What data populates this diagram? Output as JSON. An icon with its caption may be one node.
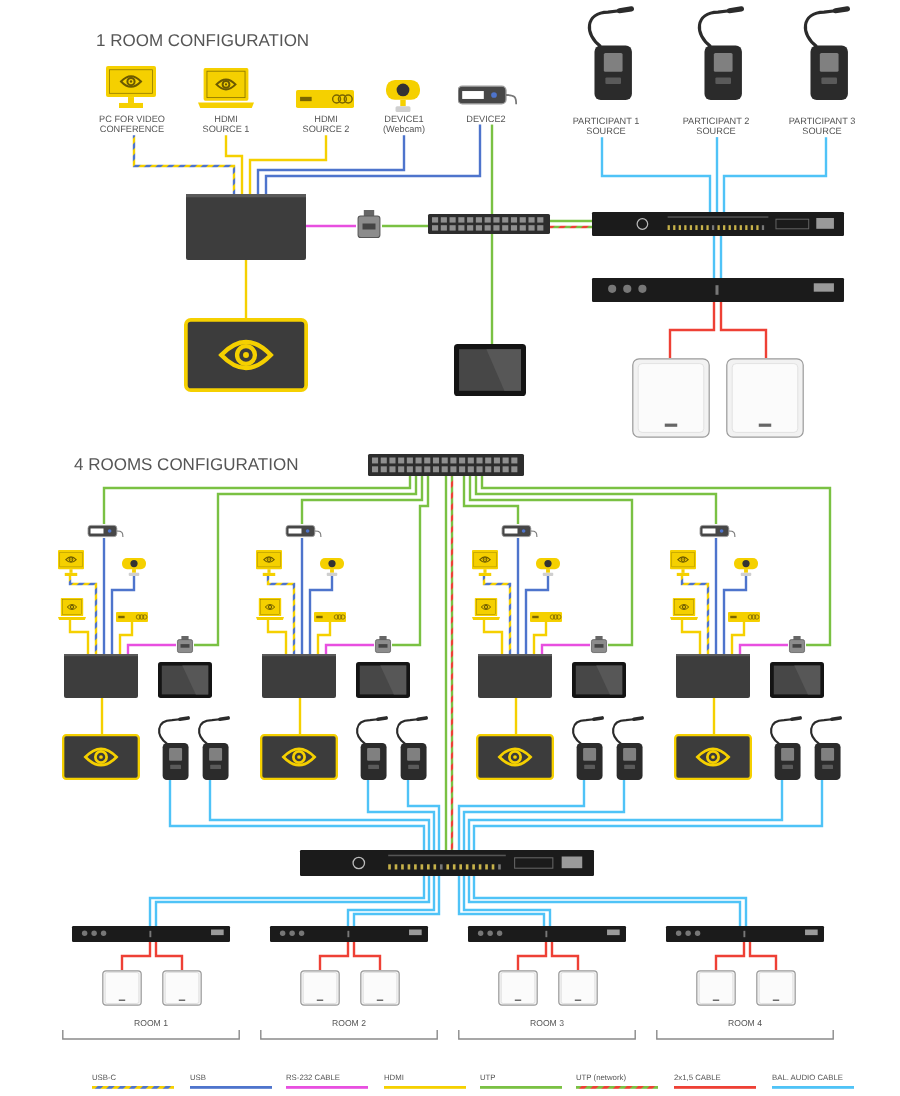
{
  "diagram": {
    "nodes": [
      {
        "text": [
          "PC FOR VIDEO CONFERENCE"
        ]
      },
      {
        "text": [
          "HDMI SOURCE 1"
        ]
      },
      {
        "text": [
          "HDMI SOURCE 2"
        ]
      },
      {
        "text": [
          "DEVICE1 (Webcam)"
        ]
      },
      {
        "text": [
          "DEVICE2"
        ]
      },
      {
        "text": [
          "PARTICIPANT 1 SOURCE"
        ]
      },
      {
        "text": [
          "PARTICIPANT 2 SOURCE"
        ]
      },
      {
        "text": [
          "PARTICIPANT 3 SOURCE"
        ]
      },
      {
        "text": [],
        "shape": "picture"
      },
      {
        "text": [],
        "shape": "picture"
      },
      {
        "text": [],
        "shape": "picture"
      },
      {
        "text": [],
        "shape": "picture"
      },
      {
        "text": [],
        "shape": "picture"
      },
      {
        "text": [],
        "shape": "picture"
      },
      {
        "text": [],
        "shape": "picture"
      },
      {
        "text": [],
        "shape": "picture"
      },
      {
        "text": [],
        "shape": "picture"
      },
      {
        "text": [],
        "shape": "picture"
      },
      {
        "text": [],
        "shape": "picture"
      },
      {
        "text": [],
        "shape": "picture"
      },
      {
        "text": [],
        "shape": "picture"
      },
      {
        "text": [],
        "shape": "picture"
      },
      {
        "text": [],
        "shape": "picture"
      },
      {
        "text": [],
        "shape": "picture"
      },
      {
        "text": [],
        "shape": "picture"
      },
      {
        "text": [],
        "shape": "picture"
      },
      {
        "text": [],
        "shape": "picture"
      },
      {
        "text": [],
        "shape": "picture"
      },
      {
        "text": [],
        "shape": "picture"
      },
      {
        "text": [],
        "shape": "picture"
      },
      {
        "text": [],
        "shape": "picture"
      },
      {
        "text": [],
        "shape": "picture"
      },
      {
        "text": [],
        "shape": "picture"
      },
      {
        "text": [],
        "shape": "picture"
      },
      {
        "text": [],
        "shape": "picture"
      },
      {
        "text": [],
        "shape": "picture"
      },
      {
        "text": [],
        "shape": "picture"
      },
      {
        "text": [],
        "shape": "picture"
      },
      {
        "text": [],
        "shape": "picture"
      },
      {
        "text": [],
        "shape": "picture"
      },
      {
        "text": [],
        "shape": "picture"
      },
      {
        "text": [],
        "shape": "picture"
      },
      {
        "text": [],
        "shape": "picture"
      },
      {
        "text": [],
        "shape": "picture"
      },
      {
        "text": [],
        "shape": "picture"
      },
      {
        "text": [],
        "shape": "picture"
      },
      {
        "text": [],
        "shape": "picture"
      },
      {
        "text": [],
        "shape": "picture"
      },
      {
        "text": [],
        "shape": "picture"
      },
      {
        "text": [],
        "shape": "picture"
      },
      {
        "text": [],
        "shape": "picture"
      },
      {
        "text": [],
        "shape": "picture"
      },
      {
        "text": [],
        "shape": "picture"
      },
      {
        "text": [],
        "shape": "picture"
      },
      {
        "text": [],
        "shape": "picture"
      },
      {
        "text": [],
        "shape": "picture"
      },
      {
        "text": [],
        "shape": "picture"
      },
      {
        "text": [],
        "shape": "picture"
      },
      {
        "text": [],
        "shape": "picture"
      },
      {
        "text": [],
        "shape": "picture"
      },
      {
        "text": [],
        "shape": "picture"
      },
      {
        "text": [],
        "shape": "picture"
      },
      {
        "text": [],
        "shape": "picture"
      },
      {
        "text": [],
        "shape": "picture"
      },
      {
        "text": [],
        "shape": "picture"
      },
      {
        "text": [],
        "shape": "picture"
      },
      {
        "text": [],
        "shape": "picture"
      },
      {
        "text": [],
        "shape": "picture"
      },
      {
        "text": [],
        "shape": "picture"
      },
      {
        "text": [],
        "shape": "picture"
      },
      {
        "text": [],
        "shape": "picture"
      },
      {
        "text": [],
        "shape": "picture"
      },
      {
        "text": [],
        "shape": "picture"
      },
      {
        "text": [],
        "shape": "picture"
      },
      {
        "text": [],
        "shape": "picture"
      }
    ],
    "edges": [
      {
        "from": 0,
        "to": 8,
        "arrow": "none",
        "style": "dashed",
        "color": "#f5d000"
      },
      {
        "from": 1,
        "to": 8,
        "arrow": "none",
        "color": "#f5d000"
      },
      {
        "from": 2,
        "to": 8,
        "arrow": "none",
        "color": "#f5d000"
      },
      {
        "from": 3,
        "to": 8,
        "arrow": "none",
        "color": "#4e74cc"
      },
      {
        "from": 4,
        "to": 8,
        "arrow": "none",
        "color": "#4e74cc"
      },
      {
        "from": 4,
        "to": 10,
        "arrow": "none",
        "color": "#7ac143"
      },
      {
        "from": 8,
        "to": 9,
        "arrow": "none",
        "color": "#e84fe0"
      },
      {
        "from": 9,
        "to": 10,
        "arrow": "none",
        "color": "#7ac143"
      },
      {
        "from": 10,
        "to": 11,
        "arrow": "none",
        "color": "#7ac143"
      },
      {
        "from": 10,
        "to": 11,
        "arrow": "none",
        "style": "dashed",
        "color": "#7ac143"
      },
      {
        "from": 10,
        "to": 14,
        "arrow": "none",
        "color": "#7ac143"
      },
      {
        "from": 8,
        "to": 13,
        "arrow": "none",
        "color": "#f5d000"
      },
      {
        "from": 5,
        "to": 11,
        "arrow": "none"
      },
      {
        "from": 6,
        "to": 11,
        "arrow": "none"
      },
      {
        "from": 7,
        "to": 11,
        "arrow": "none"
      },
      {
        "from": 11,
        "to": 12,
        "arrow": "none"
      },
      {
        "from": 11,
        "to": 12,
        "arrow": "none"
      },
      {
        "from": 12,
        "to": 15,
        "arrow": "none",
        "color": "#ee4035"
      },
      {
        "from": 12,
        "to": 16,
        "arrow": "none",
        "color": "#ee4035"
      },
      {
        "from": 17,
        "to": 62,
        "arrow": "none",
        "color": "#7ac143"
      },
      {
        "from": 17,
        "to": 62,
        "arrow": "none",
        "style": "dashed",
        "color": "#7ac143"
      },
      {
        "from": 17,
        "to": 18,
        "arrow": "none",
        "color": "#7ac143"
      },
      {
        "from": 17,
        "to": 23,
        "arrow": "none",
        "color": "#7ac143"
      },
      {
        "from": 19,
        "to": 24,
        "arrow": "none",
        "style": "dashed",
        "color": "#f5d000"
      },
      {
        "from": 18,
        "to": 24,
        "arrow": "none",
        "color": "#4e74cc"
      },
      {
        "from": 20,
        "to": 24,
        "arrow": "none",
        "color": "#4e74cc"
      },
      {
        "from": 21,
        "to": 24,
        "arrow": "none",
        "color": "#f5d000"
      },
      {
        "from": 22,
        "to": 24,
        "arrow": "none",
        "color": "#f5d000"
      },
      {
        "from": 24,
        "to": 23,
        "arrow": "none",
        "color": "#e84fe0"
      },
      {
        "from": 24,
        "to": 26,
        "arrow": "none",
        "color": "#f5d000"
      },
      {
        "from": 27,
        "to": 62,
        "arrow": "none"
      },
      {
        "from": 28,
        "to": 62,
        "arrow": "none"
      },
      {
        "from": 62,
        "to": 63,
        "arrow": "none"
      },
      {
        "from": 62,
        "to": 63,
        "arrow": "none"
      },
      {
        "from": 63,
        "to": 67,
        "arrow": "none",
        "color": "#ee4035"
      },
      {
        "from": 63,
        "to": 68,
        "arrow": "none",
        "color": "#ee4035"
      },
      {
        "from": 17,
        "to": 29,
        "arrow": "none",
        "color": "#7ac143"
      },
      {
        "from": 17,
        "to": 34,
        "arrow": "none",
        "color": "#7ac143"
      },
      {
        "from": 30,
        "to": 35,
        "arrow": "none",
        "style": "dashed",
        "color": "#f5d000"
      },
      {
        "from": 29,
        "to": 35,
        "arrow": "none",
        "color": "#4e74cc"
      },
      {
        "from": 31,
        "to": 35,
        "arrow": "none",
        "color": "#4e74cc"
      },
      {
        "from": 32,
        "to": 35,
        "arrow": "none",
        "color": "#f5d000"
      },
      {
        "from": 33,
        "to": 35,
        "arrow": "none",
        "color": "#f5d000"
      },
      {
        "from": 35,
        "to": 34,
        "arrow": "none",
        "color": "#e84fe0"
      },
      {
        "from": 35,
        "to": 37,
        "arrow": "none",
        "color": "#f5d000"
      },
      {
        "from": 38,
        "to": 62,
        "arrow": "none"
      },
      {
        "from": 39,
        "to": 62,
        "arrow": "none"
      },
      {
        "from": 62,
        "to": 64,
        "arrow": "none"
      },
      {
        "from": 62,
        "to": 64,
        "arrow": "none"
      },
      {
        "from": 64,
        "to": 69,
        "arrow": "none",
        "color": "#ee4035"
      },
      {
        "from": 64,
        "to": 70,
        "arrow": "none",
        "color": "#ee4035"
      },
      {
        "from": 17,
        "to": 40,
        "arrow": "none",
        "color": "#7ac143"
      },
      {
        "from": 17,
        "to": 45,
        "arrow": "none",
        "color": "#7ac143"
      },
      {
        "from": 41,
        "to": 46,
        "arrow": "none",
        "style": "dashed",
        "color": "#f5d000"
      },
      {
        "from": 40,
        "to": 46,
        "arrow": "none",
        "color": "#4e74cc"
      },
      {
        "from": 42,
        "to": 46,
        "arrow": "none",
        "color": "#4e74cc"
      },
      {
        "from": 43,
        "to": 46,
        "arrow": "none",
        "color": "#f5d000"
      },
      {
        "from": 44,
        "to": 46,
        "arrow": "none",
        "color": "#f5d000"
      },
      {
        "from": 46,
        "to": 45,
        "arrow": "none",
        "color": "#e84fe0"
      },
      {
        "from": 46,
        "to": 48,
        "arrow": "none",
        "color": "#f5d000"
      },
      {
        "from": 49,
        "to": 62,
        "arrow": "none"
      },
      {
        "from": 50,
        "to": 62,
        "arrow": "none"
      },
      {
        "from": 62,
        "to": 65,
        "arrow": "none"
      },
      {
        "from": 62,
        "to": 65,
        "arrow": "none"
      },
      {
        "from": 65,
        "to": 71,
        "arrow": "none",
        "color": "#ee4035"
      },
      {
        "from": 65,
        "to": 72,
        "arrow": "none",
        "color": "#ee4035"
      },
      {
        "from": 17,
        "to": 51,
        "arrow": "none",
        "color": "#7ac143"
      },
      {
        "from": 17,
        "to": 56,
        "arrow": "none",
        "color": "#7ac143"
      },
      {
        "from": 52,
        "to": 57,
        "arrow": "none",
        "style": "dashed",
        "color": "#f5d000"
      },
      {
        "from": 51,
        "to": 57,
        "arrow": "none",
        "color": "#4e74cc"
      },
      {
        "from": 53,
        "to": 57,
        "arrow": "none",
        "color": "#4e74cc"
      },
      {
        "from": 54,
        "to": 57,
        "arrow": "none",
        "color": "#f5d000"
      },
      {
        "from": 55,
        "to": 57,
        "arrow": "none",
        "color": "#f5d000"
      },
      {
        "from": 57,
        "to": 56,
        "arrow": "none",
        "color": "#e84fe0"
      },
      {
        "from": 57,
        "to": 59,
        "arrow": "none",
        "color": "#f5d000"
      },
      {
        "from": 60,
        "to": 62,
        "arrow": "none"
      },
      {
        "from": 61,
        "to": 62,
        "arrow": "none"
      },
      {
        "from": 62,
        "to": 66,
        "arrow": "none"
      },
      {
        "from": 62,
        "to": 66,
        "arrow": "none"
      },
      {
        "from": 66,
        "to": 73,
        "arrow": "none",
        "color": "#ee4035"
      },
      {
        "from": 66,
        "to": 74,
        "arrow": "none",
        "color": "#ee4035"
      }
    ],
    "labels": [
      "1 ROOM CONFIGURATION",
      "4 ROOMS CONFIGURATION",
      "ROOM 1",
      "ROOM 2",
      "ROOM 3",
      "ROOM 4"
    ],
    "legend": [
      {
        "text": "USB-C",
        "color": "#f5d000"
      },
      {
        "text": "USB",
        "color": "#4e74cc"
      },
      {
        "text": "RS-232 CABLE",
        "color": "#e84fe0"
      },
      {
        "text": "HDMI",
        "color": "#f5d000"
      },
      {
        "text": "UTP",
        "color": "#7ac143"
      },
      {
        "text": "UTP (network)",
        "color": "#7ac143"
      },
      {
        "text": "2x1,5 CABLE",
        "color": "#ee4035"
      },
      {
        "text": "BAL. AUDIO CABLE",
        "color": "#4fc3f7"
      }
    ]
  }
}
